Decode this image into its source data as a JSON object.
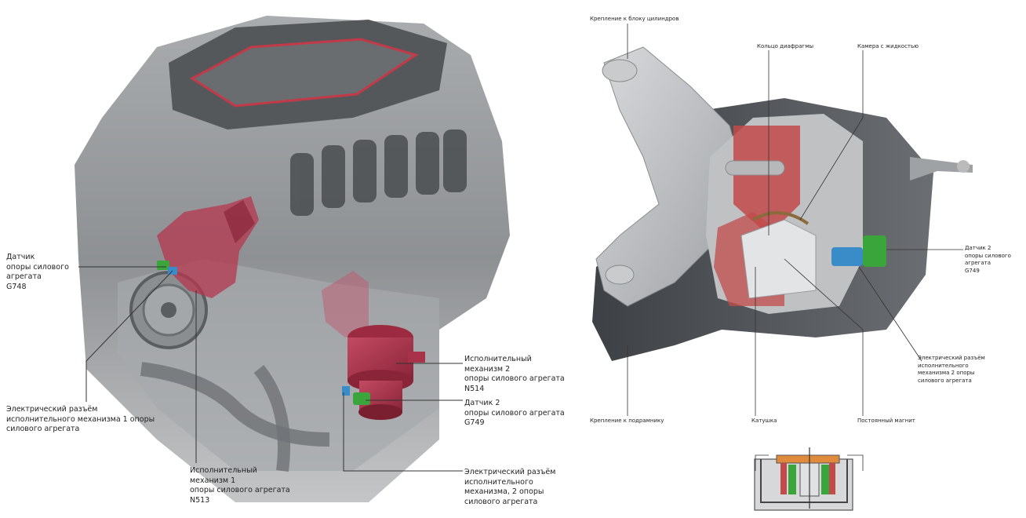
{
  "left_labels": {
    "sensor_1": "Датчик\nопоры силового\nагрегата\nG748",
    "connector_1": "Электрический разъём\nисполнительного механизма 1 опоры\nсилового агрегата",
    "actuator_1": "Исполнительный\nмеханизм 1\nопоры силового агрегата\nN513",
    "actuator_2": "Исполнительный\nмеханизм 2\nопоры силового агрегата\nN514",
    "sensor_2": "Датчик 2\nопоры силового агрегата\nG749",
    "connector_2": "Электрический разъём\nисполнительного\nмеханизма, 2 опоры\nсилового агрегата"
  },
  "right_labels": {
    "block_mount": "Крепление к блоку цилиндров",
    "diaphragm_ring": "Кольцо диафрагмы",
    "fluid_chamber": "Камера с жидкостью",
    "sensor_2": "Датчик 2\nопоры силового\nагрегата\nG749",
    "connector_2": "Электрический разъём\nисполнительного\nмеханизма 2 опоры\nсилового агрегата",
    "subframe_mount": "Крепление к подрамнику",
    "coil": "Катушка",
    "magnet": "Постоянный магнит"
  },
  "colors": {
    "mount_red": "#a8324a",
    "sensor_green": "#3aa53a",
    "connector_blue": "#3a8cc8",
    "engine_grey": "#7a7d80",
    "coil_orange": "#e08a3c"
  }
}
